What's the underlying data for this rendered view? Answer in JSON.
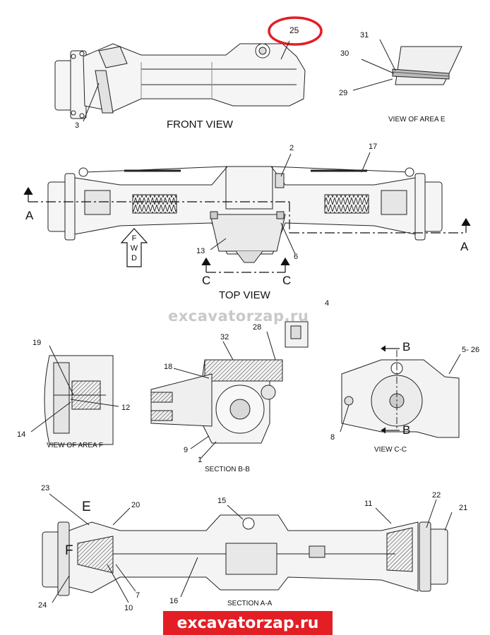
{
  "views": {
    "front_view": "FRONT VIEW",
    "top_view": "TOP VIEW",
    "view_area_e": "VIEW OF AREA E",
    "view_area_f": "VIEW OF AREA F",
    "section_bb": "SECTION B-B",
    "view_cc": "VIEW C-C",
    "section_aa": "SECTION A-A"
  },
  "callouts": {
    "c25": "25",
    "c31": "31",
    "c30": "30",
    "c29": "29",
    "c3": "3",
    "c2": "2",
    "c17": "17",
    "c13": "13",
    "c6": "6",
    "c4": "4",
    "c28": "28",
    "c32": "32",
    "c18": "18",
    "c9": "9",
    "c1": "1",
    "c19": "19",
    "c12": "12",
    "c14": "14",
    "c5_26": "5- 26",
    "c8": "8",
    "c23": "23",
    "c20": "20",
    "c15": "15",
    "c11": "11",
    "c22": "22",
    "c21": "21",
    "c24": "24",
    "c10": "10",
    "c7": "7",
    "c16": "16"
  },
  "section_letters": {
    "a_left": "A",
    "a_right": "A",
    "c_left": "C",
    "c_right": "C",
    "b_top": "B",
    "b_bottom": "B",
    "e": "E",
    "f": "F"
  },
  "fwd": {
    "f": "F",
    "w": "W",
    "d": "D"
  },
  "watermark": "excavatorzap.ru",
  "brand": "excavatorzap.ru",
  "colors": {
    "highlight": "#e31e24",
    "banner": "#e31e24",
    "line": "#222222",
    "fill": "#f4f4f4"
  }
}
